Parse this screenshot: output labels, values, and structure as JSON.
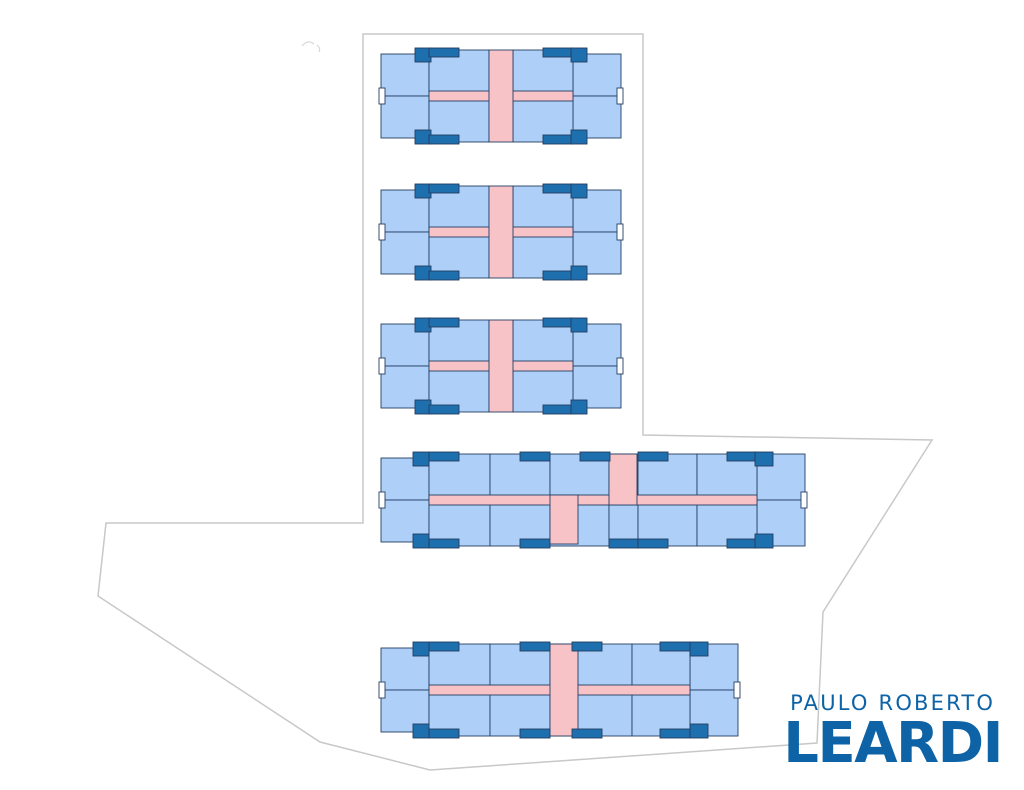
{
  "colors": {
    "unit_fill": "#aecff7",
    "unit_stroke": "#243e63",
    "balcony_fill": "#1e6fae",
    "corridor_fill": "#f7c3c7",
    "lot_outline": "#c8c8c8",
    "brand": "#0d63a5"
  },
  "buildings": [
    {
      "id": "tower-1",
      "type": "short"
    },
    {
      "id": "tower-2",
      "type": "short"
    },
    {
      "id": "tower-3",
      "type": "short"
    },
    {
      "id": "block-4",
      "type": "long"
    },
    {
      "id": "block-5",
      "type": "medium"
    }
  ],
  "brand": {
    "line1": "PAULO ROBERTO",
    "line2": "LEARDI"
  }
}
